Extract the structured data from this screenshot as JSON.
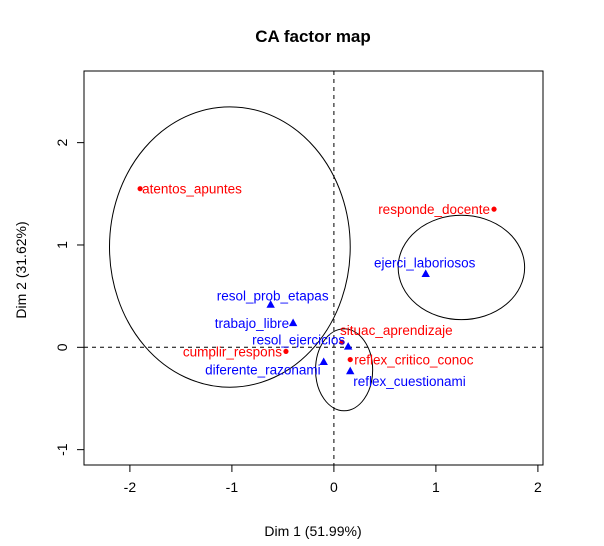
{
  "chart_data": {
    "type": "scatter",
    "title": "CA factor map",
    "xlabel": "Dim 1 (51.99%)",
    "ylabel": "Dim 2 (31.62%)",
    "xlim": [
      -2.45,
      2.05
    ],
    "ylim": [
      -1.15,
      2.7
    ],
    "x_ticks": [
      -2,
      -1,
      0,
      1,
      2
    ],
    "y_ticks": [
      -1,
      0,
      1,
      2
    ],
    "x_tick_labels": [
      "-2",
      "-1",
      "0",
      "1",
      "2"
    ],
    "y_tick_labels": [
      "-1",
      "0",
      "1",
      "2"
    ],
    "grid": false,
    "reference_lines": [
      {
        "axis": "x",
        "value": 0,
        "style": "dashed"
      },
      {
        "axis": "y",
        "value": 0,
        "style": "dashed"
      }
    ],
    "row_color": "#ff0000",
    "col_color": "#0000ff",
    "series": [
      {
        "marker": "dot",
        "color": "#ff0000",
        "points": [
          {
            "label": "atentos_apuntes",
            "x": -1.9,
            "y": 1.55
          },
          {
            "label": "responde_docente",
            "x": 1.57,
            "y": 1.35
          },
          {
            "label": "situac_aprendizaje",
            "x": 0.08,
            "y": 0.05
          },
          {
            "label": "cumplir_respons",
            "x": -0.47,
            "y": -0.04
          },
          {
            "label": "reflex_critico_conoc",
            "x": 0.16,
            "y": -0.12
          }
        ]
      },
      {
        "marker": "triangle",
        "color": "#0000ff",
        "points": [
          {
            "label": "ejerci_laboriosos",
            "x": 0.9,
            "y": 0.72
          },
          {
            "label": "resol_prob_etapas",
            "x": -0.62,
            "y": 0.42
          },
          {
            "label": "trabajo_libre",
            "x": -0.4,
            "y": 0.24
          },
          {
            "label": "resol_ejercicios",
            "x": 0.14,
            "y": 0.01
          },
          {
            "label": "diferente_razonami",
            "x": -0.1,
            "y": -0.14
          },
          {
            "label": "reflex_cuestionami",
            "x": 0.16,
            "y": -0.23
          }
        ]
      }
    ],
    "ellipses": [
      {
        "cx": -1.02,
        "cy": 0.98,
        "rx": 1.18,
        "ry": 1.37
      },
      {
        "cx": 1.25,
        "cy": 0.78,
        "rx": 0.62,
        "ry": 0.51
      },
      {
        "cx": 0.1,
        "cy": -0.22,
        "rx": 0.28,
        "ry": 0.4
      }
    ]
  }
}
